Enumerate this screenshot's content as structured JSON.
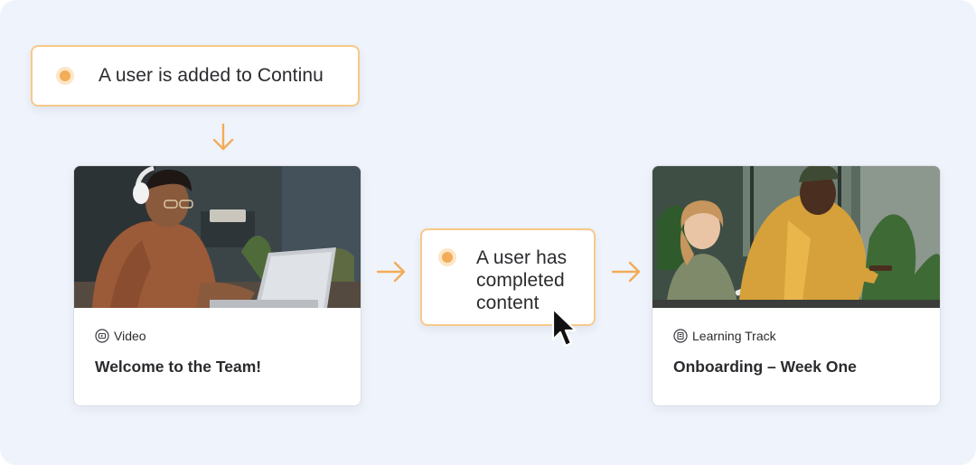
{
  "workflow": {
    "trigger_top": {
      "label": "A user is added to Continu"
    },
    "trigger_mid": {
      "label": "A user has completed content"
    }
  },
  "cards": {
    "left": {
      "type_label": "Video",
      "title": "Welcome to the Team!",
      "type_icon": "video-icon"
    },
    "right": {
      "type_label": "Learning Track",
      "title": "Onboarding – Week One",
      "type_icon": "learning-track-icon"
    }
  },
  "colors": {
    "background": "#eff3fb",
    "accent_orange": "#f3ac58",
    "trigger_border": "#f6c98a",
    "text": "#2b2b2f"
  }
}
